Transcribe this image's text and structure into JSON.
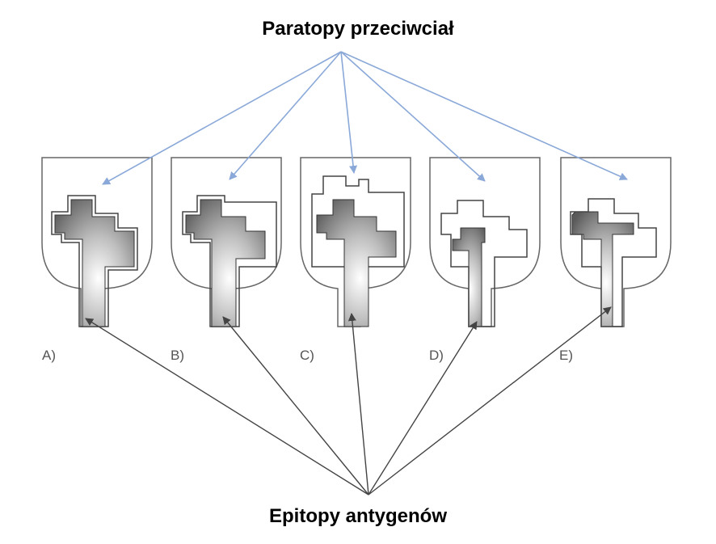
{
  "header": {
    "title": "Paratopy przeciwciał"
  },
  "footer": {
    "title": "Epitopy antygenów"
  },
  "panels": [
    {
      "label": "A)"
    },
    {
      "label": "B)"
    },
    {
      "label": "C)"
    },
    {
      "label": "D)"
    },
    {
      "label": "E)"
    }
  ],
  "colors": {
    "paratope_arrow": "#8aa8d8",
    "epitope_arrow": "#555555",
    "outline": "#555555",
    "antigen_dark": "#5a5a5a",
    "antigen_light": "#ffffff"
  }
}
